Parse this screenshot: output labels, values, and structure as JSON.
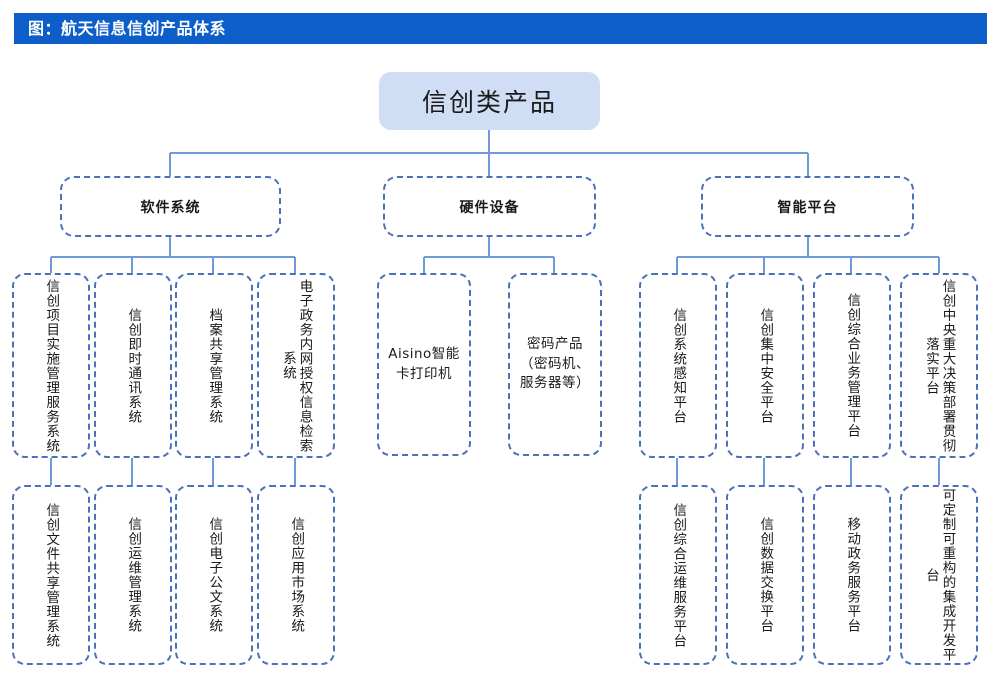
{
  "header": {
    "title": "图：航天信息信创产品体系",
    "bar_color": "#0d5ec9",
    "text_color": "#ffffff"
  },
  "theme": {
    "root_fill": "#cfdef5",
    "box_border": "#4a72b8",
    "connector": "#6f9ada",
    "box_fill": "#ffffff",
    "text": "#1a1a1a"
  },
  "diagram": {
    "type": "tree",
    "orientation": "top-down",
    "root": {
      "label": "信创类产品"
    },
    "categories": [
      {
        "label": "软件系统"
      },
      {
        "label": "硬件设备"
      },
      {
        "label": "智能平台"
      }
    ],
    "leaves": {
      "software_row1": [
        {
          "label": "信创项目实施管理服务系统",
          "text_dir": "vertical"
        },
        {
          "label": "信创即时通讯系统",
          "text_dir": "vertical"
        },
        {
          "label": "档案共享管理系统",
          "text_dir": "vertical"
        },
        {
          "label": "电子政务内网授权信息检索系统",
          "text_dir": "vertical"
        }
      ],
      "software_row2": [
        {
          "label": "信创文件共享管理系统",
          "text_dir": "vertical"
        },
        {
          "label": "信创运维管理系统",
          "text_dir": "vertical"
        },
        {
          "label": "信创电子公文系统",
          "text_dir": "vertical"
        },
        {
          "label": "信创应用市场系统",
          "text_dir": "vertical"
        }
      ],
      "hardware_row1": [
        {
          "label": "Aisino智能卡打印机",
          "text_dir": "horizontal"
        },
        {
          "label": "密码产品（密码机、服务器等）",
          "text_dir": "horizontal"
        }
      ],
      "platform_row1": [
        {
          "label": "信创系统感知平台",
          "text_dir": "vertical"
        },
        {
          "label": "信创集中安全平台",
          "text_dir": "vertical"
        },
        {
          "label": "信创综合业务管理平台",
          "text_dir": "vertical"
        },
        {
          "label": "信创中央重大决策部署贯彻落实平台",
          "text_dir": "vertical"
        }
      ],
      "platform_row2": [
        {
          "label": "信创综合运维服务平台",
          "text_dir": "vertical"
        },
        {
          "label": "信创数据交换平台",
          "text_dir": "vertical"
        },
        {
          "label": "移动政务服务平台",
          "text_dir": "vertical"
        },
        {
          "label": "可定制可重构的集成开发平台",
          "text_dir": "vertical"
        }
      ]
    }
  }
}
